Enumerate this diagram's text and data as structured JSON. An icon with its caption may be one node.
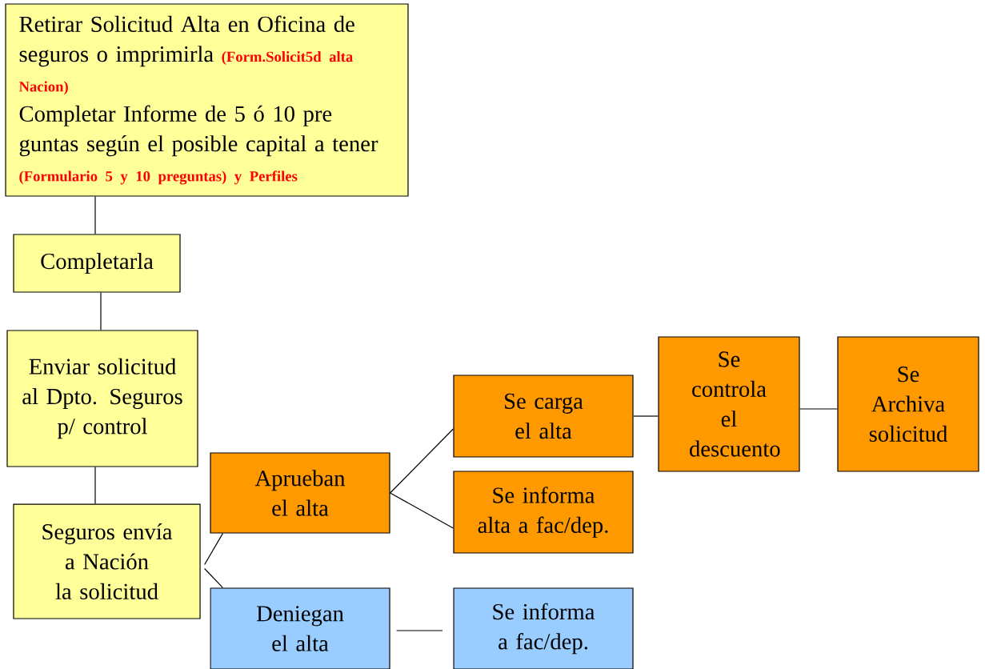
{
  "diagram": {
    "nodes": [
      {
        "text": [
          "Retirar Solicitud Alta en Oficina de seguros o imprimirla",
          "(Form.Solicit5d alta Nacion)",
          "Completar Informe de 5 ó 10 pre guntas según el posible capital a tener",
          "(Formulario 5 y 10 preguntas) y Perfiles"
        ]
      },
      {
        "text": [
          "Completarla"
        ]
      },
      {
        "text": [
          "Enviar solicitud al Dpto. Seguros p/ control"
        ]
      },
      {
        "text": [
          "Seguros envía a Nación la solicitud"
        ]
      },
      {
        "text": [
          "Aprueban el alta"
        ]
      },
      {
        "text": [
          "Deniegan el alta"
        ]
      },
      {
        "text": [
          "Se carga el alta"
        ]
      },
      {
        "text": [
          "Se informa alta a fac/dep."
        ]
      },
      {
        "text": [
          "Se controla el descuento"
        ]
      },
      {
        "text": [
          "Se Archiva solicitud"
        ]
      },
      {
        "text": [
          "Se informa a fac/dep."
        ]
      }
    ],
    "edges": [
      {
        "from": 0,
        "to": 1,
        "arrow": "none"
      },
      {
        "from": 1,
        "to": 2,
        "arrow": "none"
      },
      {
        "from": 2,
        "to": 3,
        "arrow": "none"
      },
      {
        "from": 3,
        "to": 4,
        "arrow": "none"
      },
      {
        "from": 3,
        "to": 5,
        "arrow": "none"
      },
      {
        "from": 4,
        "to": 6,
        "arrow": "none"
      },
      {
        "from": 4,
        "to": 7,
        "arrow": "none"
      },
      {
        "from": 6,
        "to": 8,
        "arrow": "none"
      },
      {
        "from": 8,
        "to": 9,
        "arrow": "none"
      },
      {
        "from": 5,
        "to": 10,
        "arrow": "none"
      }
    ]
  }
}
